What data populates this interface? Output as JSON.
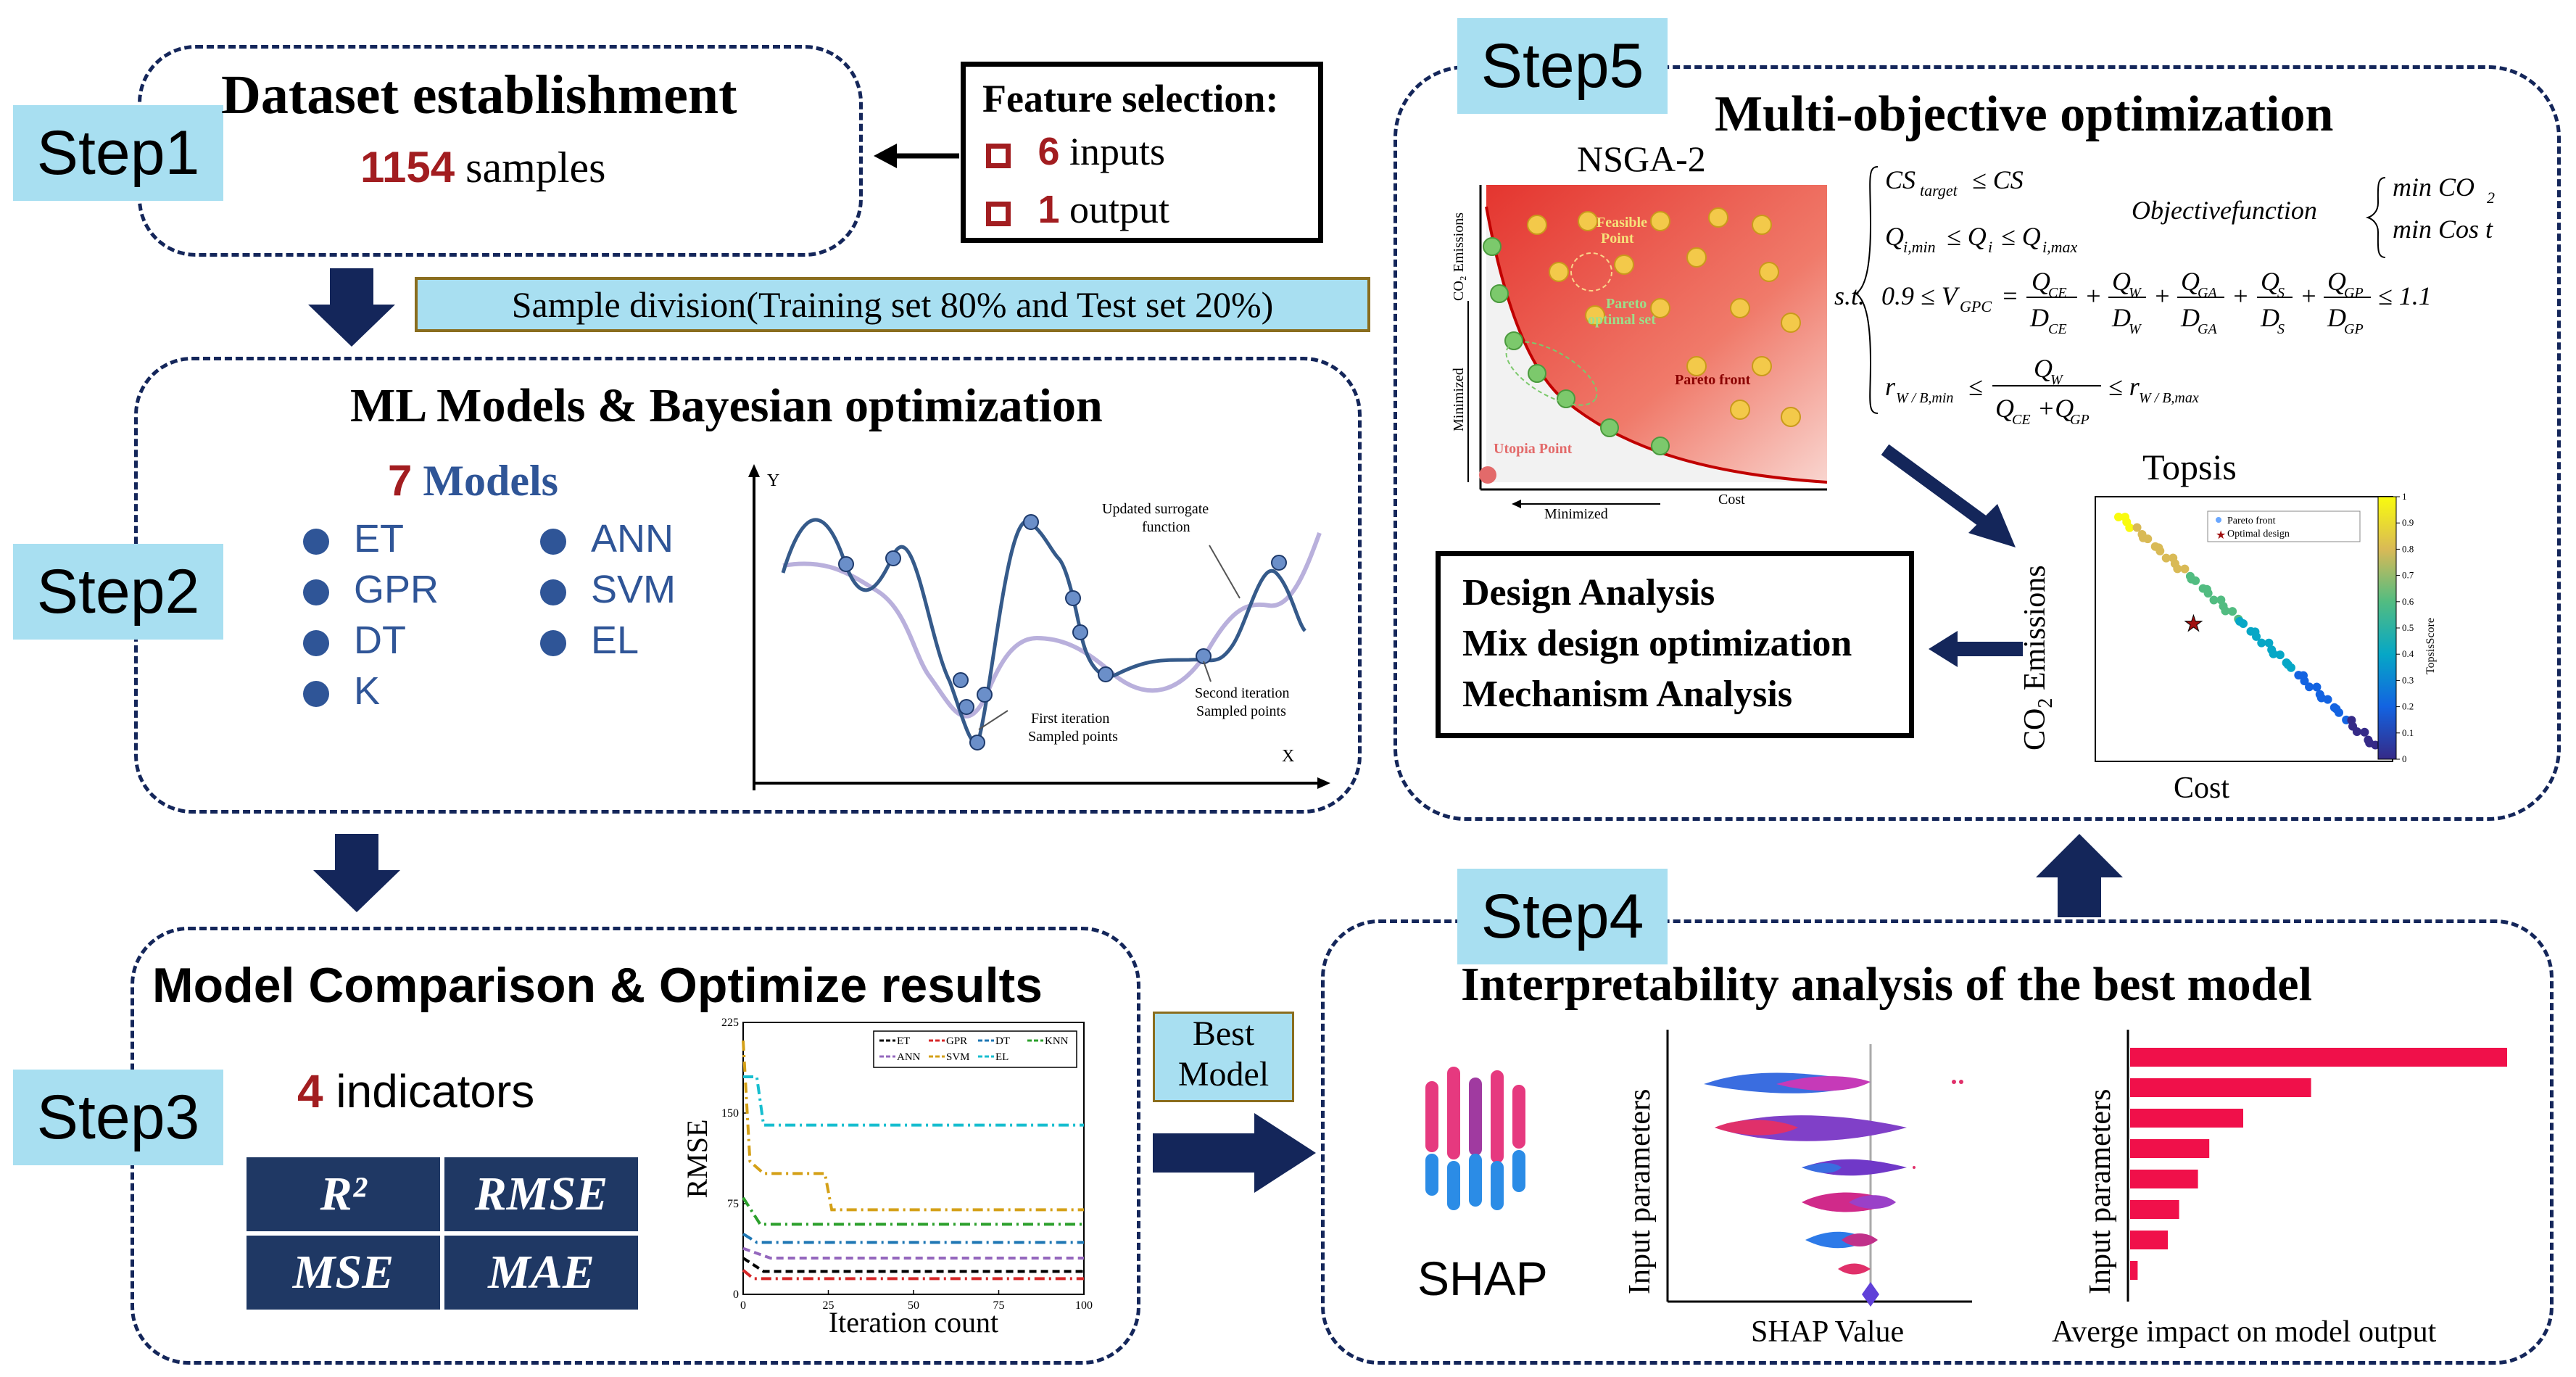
{
  "step_labels": [
    "Step1",
    "Step2",
    "Step3",
    "Step4",
    "Step5"
  ],
  "step1": {
    "title": "Dataset establishment",
    "sample_count": "1154",
    "sample_word": "samples",
    "feature_box": {
      "title": "Feature selection:",
      "inputs_count": "6",
      "inputs_word": "inputs",
      "output_count": "1",
      "output_word": "output"
    },
    "division_text": "Sample division(Training set 80% and Test set 20%)"
  },
  "step2": {
    "title": "ML  Models & Bayesian optimization",
    "models_count": "7",
    "models_word": "Models",
    "models": [
      "ET",
      "GPR",
      "DT",
      "K",
      "ANN",
      "SVM",
      "EL"
    ],
    "bayes_plot": {
      "y_label": "Y",
      "x_label": "X",
      "annotations": [
        "Updated surrogate",
        "function",
        "Second iteration",
        "Sampled points",
        "First iteration",
        "Sampled points"
      ]
    }
  },
  "step3": {
    "title": "Model Comparison & Optimize results",
    "indicator_count": "4",
    "indicator_word": "indicators",
    "indicators": [
      "R²",
      "RMSE",
      "MSE",
      "MAE"
    ],
    "best_model_label": [
      "Best",
      "Model"
    ]
  },
  "rmse_chart": {
    "chart_data": {
      "type": "line",
      "ylabel": "RMSE",
      "xlabel": "Iteration count",
      "xlim": [
        0,
        100
      ],
      "ylim": [
        0,
        225
      ],
      "xticks": [
        "0",
        "25",
        "50",
        "75",
        "100"
      ],
      "yticks": [
        "0",
        "75",
        "150",
        "225"
      ],
      "legend": [
        "ET",
        "GPR",
        "DT",
        "KNN",
        "ANN",
        "SVM",
        "EL"
      ],
      "series": [
        {
          "name": "ET",
          "color": "#000000",
          "dash": "10,6",
          "points": [
            [
              0,
              30
            ],
            [
              6,
              19
            ],
            [
              100,
              19
            ]
          ]
        },
        {
          "name": "GPR",
          "color": "#d62728",
          "dash": "14,6,3,6",
          "points": [
            [
              0,
              20
            ],
            [
              3,
              13
            ],
            [
              100,
              13
            ]
          ]
        },
        {
          "name": "DT",
          "color": "#1f77b4",
          "dash": "14,6,3,6",
          "points": [
            [
              0,
              50
            ],
            [
              4,
              43
            ],
            [
              100,
              43
            ]
          ]
        },
        {
          "name": "KNN",
          "color": "#2ca02c",
          "dash": "14,6,3,6",
          "points": [
            [
              0,
              80
            ],
            [
              5,
              58
            ],
            [
              100,
              58
            ]
          ]
        },
        {
          "name": "ANN",
          "color": "#9467bd",
          "dash": "10,6",
          "points": [
            [
              0,
              38
            ],
            [
              8,
              30
            ],
            [
              100,
              30
            ]
          ]
        },
        {
          "name": "SVM",
          "color": "#d4a017",
          "dash": "14,6,3,6",
          "points": [
            [
              0,
              210
            ],
            [
              2,
              110
            ],
            [
              6,
              100
            ],
            [
              24,
              100
            ],
            [
              26,
              70
            ],
            [
              100,
              70
            ]
          ]
        },
        {
          "name": "EL",
          "color": "#17becf",
          "dash": "14,6,3,6",
          "points": [
            [
              0,
              180
            ],
            [
              4,
              180
            ],
            [
              6,
              140
            ],
            [
              100,
              140
            ]
          ]
        }
      ]
    }
  },
  "step4": {
    "title": "Interpretability analysis of the best model",
    "shap_label": "SHAP",
    "beeswarm": {
      "y_label": "Input parameters",
      "x_label": "SHAP Value"
    },
    "bar_plot": {
      "y_label": "Input parameters",
      "x_label": "Averge impact on model output",
      "values": [
        1.0,
        0.48,
        0.3,
        0.21,
        0.18,
        0.13,
        0.1,
        0.02
      ]
    }
  },
  "step5": {
    "title": "Multi-objective optimization",
    "nsga_title": "NSGA-2",
    "nsga_labels": {
      "feasible": [
        "Feasible",
        "Point"
      ],
      "pareto_optimal": [
        "Pareto",
        "optimal set"
      ],
      "pareto_front": "Pareto front",
      "utopia": "Utopia Point",
      "y_axis": "CO₂ Emissions",
      "y_min": "Minimized",
      "x_min": "Minimized",
      "x_axis": "Cost"
    },
    "analysis_box": [
      "Design Analysis",
      "Mix design optimization",
      "Mechanism Analysis"
    ],
    "topsis": {
      "title": "Topsis",
      "y_label": "CO",
      "y_label_sub": "2",
      "y_label_rest": " Emissions",
      "x_label": "Cost",
      "legend": [
        "Pareto front",
        "Optimal design"
      ],
      "colorbar_label": "TopsisScore",
      "colorbar_ticks": [
        "0",
        "0.1",
        "0.2",
        "0.3",
        "0.4",
        "0.5",
        "0.6",
        "0.7",
        "0.8",
        "0.9",
        "1"
      ]
    }
  },
  "colors": {
    "navy": "#14265a",
    "step_tag": "#a8dff1",
    "accent_red": "#a21d20",
    "model_blue": "#2f5597",
    "table_blue": "#1f3864"
  }
}
